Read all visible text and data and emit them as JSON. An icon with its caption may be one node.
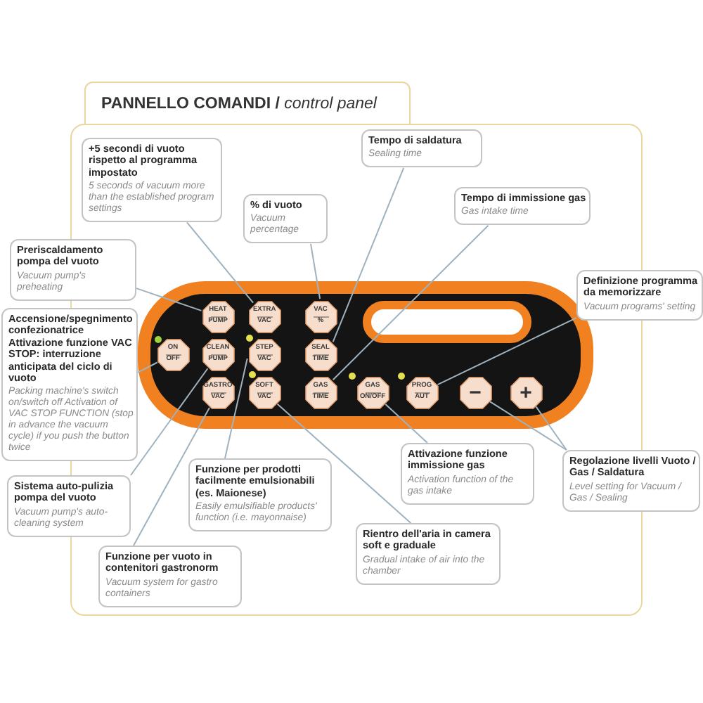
{
  "diagram": {
    "title": "**PANNELLO COMANDI /** *control panel*",
    "nodes": [
      {
        "text": [
          "+5 secondi di vuoto rispetto al programma impostato",
          "5 seconds of vacuum more than the established program settings"
        ]
      },
      {
        "text": [
          "Tempo di saldatura",
          "Sealing time"
        ]
      },
      {
        "text": [
          "% di vuoto",
          "Vacuum percentage"
        ]
      },
      {
        "text": [
          "Tempo di immissione gas",
          "Gas intake time"
        ]
      },
      {
        "text": [
          "Preriscaldamento pompa del vuoto",
          "Vacuum pump's preheating"
        ]
      },
      {
        "text": [
          "Definizione programma da memorizzare",
          "Vacuum programs' setting"
        ]
      },
      {
        "text": [
          "Accensione/spegnimento confezionatrice Attivazione funzione VAC STOP: interruzione anticipata del ciclo di vuoto",
          "Packing machine's switch on/switch off Activation of VAC STOP FUNCTION (stop in advance the vacuum cycle) if you push the button twice"
        ]
      },
      {
        "text": [],
        "shape": "box"
      },
      {
        "text": [
          "HEAT PUMP"
        ],
        "in": 7
      },
      {
        "text": [
          "EXTRA VAC"
        ],
        "in": 7
      },
      {
        "text": [
          "VAC %"
        ],
        "in": 7
      },
      {
        "text": [],
        "shape": "box",
        "in": 7
      },
      {
        "text": [
          "ON OFF"
        ],
        "in": 7
      },
      {
        "text": [
          "CLEAN PUMP"
        ],
        "in": 7
      },
      {
        "text": [
          "STEP VAC"
        ],
        "in": 7
      },
      {
        "text": [
          "SEAL TIME"
        ],
        "in": 7
      },
      {
        "text": [
          "GASTRO VAC"
        ],
        "in": 7
      },
      {
        "text": [
          "SOFT VAC"
        ],
        "in": 7
      },
      {
        "text": [
          "GAS TIME"
        ],
        "in": 7
      },
      {
        "text": [
          "GAS ON/OFF"
        ],
        "in": 7
      },
      {
        "text": [
          "PROG AUT"
        ],
        "in": 7
      },
      {
        "text": [
          "−"
        ],
        "in": 7
      },
      {
        "text": [
          "+"
        ],
        "in": 7
      },
      {
        "text": [
          "Sistema auto-pulizia pompa del vuoto",
          "Vacuum pump's auto-cleaning system"
        ]
      },
      {
        "text": [
          "Funzione per prodotti facilmente emulsionabili (es. Maionese)",
          "Easily emulsifiable products' function (i.e. mayonnaise)"
        ]
      },
      {
        "text": [
          "Attivazione funzione immissione gas",
          "Activation function of the gas intake"
        ]
      },
      {
        "text": [
          "Regolazione livelli Vuoto / Gas / Saldatura",
          "Level setting for Vacuum / Gas / Sealing"
        ]
      },
      {
        "text": [
          "Rientro dell'aria in camera soft e graduale",
          "Gradual intake of air into the chamber"
        ]
      },
      {
        "text": [
          "Funzione per vuoto in contenitori gastronorm",
          "Vacuum system for gastro containers"
        ]
      }
    ],
    "edges": [
      {
        "from": 0,
        "to": 9,
        "arrow": "none"
      },
      {
        "from": 1,
        "to": 15,
        "arrow": "none"
      },
      {
        "from": 2,
        "to": 10,
        "arrow": "none"
      },
      {
        "from": 3,
        "to": 18,
        "arrow": "none"
      },
      {
        "from": 4,
        "to": 8,
        "arrow": "none"
      },
      {
        "from": 5,
        "to": 20,
        "arrow": "none"
      },
      {
        "from": 6,
        "to": 12,
        "arrow": "none"
      },
      {
        "from": 23,
        "to": 13,
        "arrow": "none"
      },
      {
        "from": 24,
        "to": 14,
        "arrow": "none"
      },
      {
        "from": 25,
        "to": 19,
        "arrow": "none"
      },
      {
        "from": 26,
        "to": 21,
        "arrow": "none"
      },
      {
        "from": 26,
        "to": 22,
        "arrow": "none"
      },
      {
        "from": 27,
        "to": 17,
        "arrow": "none"
      },
      {
        "from": 28,
        "to": 16,
        "arrow": "none"
      }
    ]
  }
}
